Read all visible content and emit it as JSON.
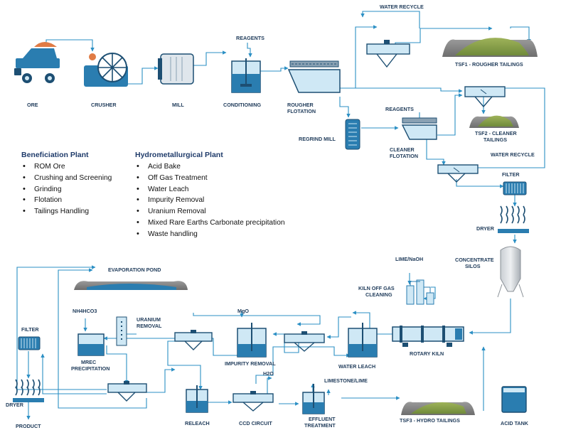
{
  "labels": {
    "ore": "ORE",
    "crusher": "CRUSHER",
    "mill": "MILL",
    "conditioning": "CONDITIONING",
    "reagents_top": "REAGENTS",
    "rougher_flotation_1": "ROUGHER",
    "rougher_flotation_2": "FLOTATION",
    "water_recycle_top": "WATER RECYCLE",
    "tsf1": "TSF1 - ROUGHER TAILINGS",
    "tsf2_1": "TSF2 - CLEANER",
    "tsf2_2": "TAILINGS",
    "regrind_mill": "REGRIND MILL",
    "reagents_mid": "REAGENTS",
    "cleaner_flotation_1": "CLEANER",
    "cleaner_flotation_2": "FLOTATION",
    "water_recycle_mid": "WATER RECYCLE",
    "filter_right": "FILTER",
    "dryer_right": "DRYER",
    "concentrate_silos_1": "CONCENTRATE",
    "concentrate_silos_2": "SILOS",
    "evaporation_pond": "EVAPORATION POND",
    "lime_naoh": "LIME/NaOH",
    "kiln_off_gas_1": "KILN OFF GAS",
    "kiln_off_gas_2": "CLEANING",
    "nh4hco3": "NH4HCO3",
    "uranium_removal_1": "URANIUM",
    "uranium_removal_2": "REMOVAL",
    "mgo": "MgO",
    "filter_left": "FILTER",
    "mrec_precipitation_1": "MREC",
    "mrec_precipitation_2": "PRECIPITATION",
    "impurity_removal": "IMPURITY REMOVAL",
    "water_leach": "WATER LEACH",
    "rotary_kiln": "ROTARY KILN",
    "h2o": "H2O",
    "limestone_lime": "LIMESTONE/LIME",
    "dryer_left": "DRYER",
    "releach": "RELEACH",
    "ccd_circuit": "CCD CIRCUIT",
    "effluent_treatment_1": "EFFLUENT",
    "effluent_treatment_2": "TREATMENT",
    "tsf3": "TSF3 - HYDRO TAILINGS",
    "acid_tank": "ACID TANK",
    "product": "PRODUCT"
  },
  "beneficiation": {
    "title": "Beneficiation Plant",
    "items": [
      "ROM Ore",
      "Crushing and Screening",
      "Grinding",
      "Flotation",
      "Tailings Handling"
    ]
  },
  "hydrometallurgical": {
    "title": "Hydrometallurgical Plant",
    "items": [
      "Acid Bake",
      "Off Gas Treatment",
      "Water Leach",
      "Impurity Removal",
      "Uranium Removal",
      "Mixed Rare Earths Carbonate precipitation",
      "Waste handling"
    ]
  },
  "colors": {
    "flow": "#2b8fc4",
    "equipment": "#2a7db0",
    "equipment_dark": "#1d4f73",
    "liquid": "#cfe8f5",
    "ore": "#e07b45",
    "tailings_green": "#8aa34a",
    "label": "#1f3b5a"
  }
}
